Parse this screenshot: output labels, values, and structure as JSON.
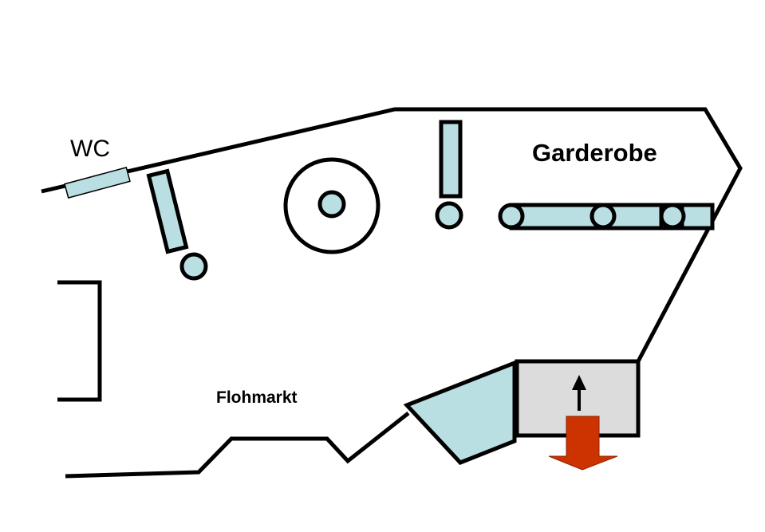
{
  "labels": {
    "wc": "WC",
    "garderobe": "Garderobe",
    "flohmarkt": "Flohmarkt"
  },
  "colors": {
    "furniture": "#b9dfe3",
    "stage": "#dcdcdc",
    "exit_arrow": "#cc3300",
    "wall": "#000000"
  },
  "icons": {
    "entrance": "up-arrow-icon",
    "exit": "down-arrow-icon"
  }
}
